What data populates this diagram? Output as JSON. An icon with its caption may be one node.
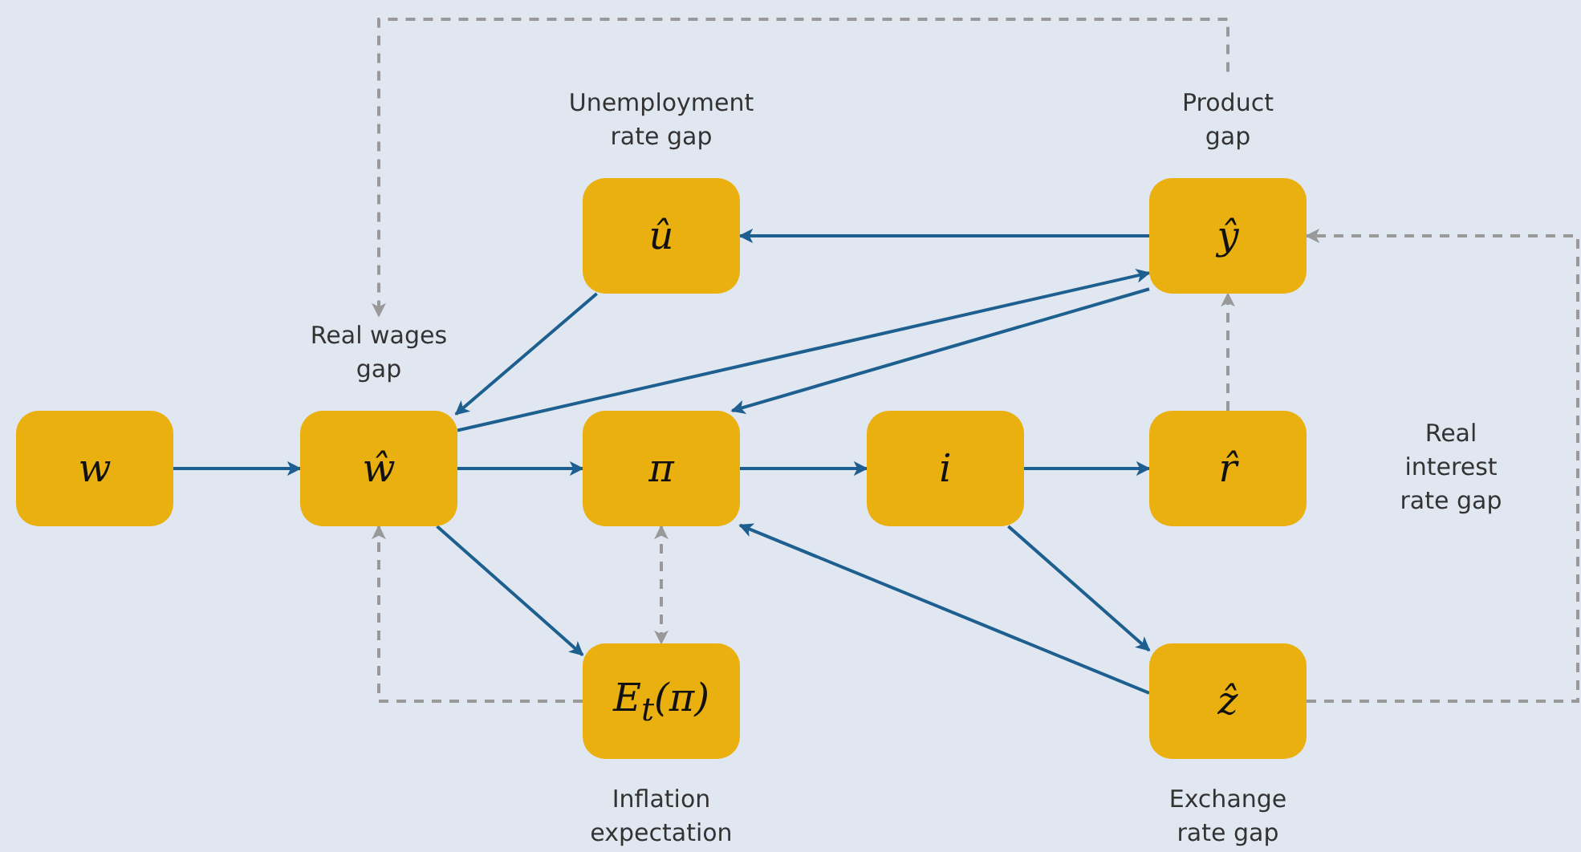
{
  "diagram": {
    "nodes": [
      {
        "text": [
          "û"
        ],
        "beside": [
          "Unemployment rate gap"
        ]
      },
      {
        "text": [
          "ŷ"
        ],
        "beside": [
          "Product gap"
        ]
      },
      {
        "text": [
          "w"
        ]
      },
      {
        "text": [
          "ŵ"
        ],
        "beside": [
          "Real wages gap"
        ]
      },
      {
        "text": [
          "π"
        ]
      },
      {
        "text": [
          "i"
        ]
      },
      {
        "text": [
          "r̂"
        ],
        "beside": [
          "Real interest rate gap"
        ]
      },
      {
        "text": [
          "E$_{t}$(π)"
        ],
        "beside": [
          "Inflation expectation"
        ]
      },
      {
        "text": [
          "ẑ"
        ],
        "beside": [
          "Exchange rate gap"
        ]
      }
    ],
    "edges": [
      {
        "from": 2,
        "to": 3,
        "arrow": "to"
      },
      {
        "from": 3,
        "to": 4,
        "arrow": "to"
      },
      {
        "from": 3,
        "to": 7,
        "arrow": "to"
      },
      {
        "from": 3,
        "to": 1,
        "arrow": "to"
      },
      {
        "from": 0,
        "to": 3,
        "arrow": "to"
      },
      {
        "from": 1,
        "to": 0,
        "arrow": "to"
      },
      {
        "from": 1,
        "to": 4,
        "arrow": "to"
      },
      {
        "from": 4,
        "to": 5,
        "arrow": "to"
      },
      {
        "from": 5,
        "to": 6,
        "arrow": "to"
      },
      {
        "from": 5,
        "to": 8,
        "arrow": "to"
      },
      {
        "from": 8,
        "to": 4,
        "arrow": "to"
      },
      {
        "from": 7,
        "to": 3,
        "arrow": "to",
        "style": "dashed",
        "color": "#999999"
      },
      {
        "from": 4,
        "to": 7,
        "arrow": "both",
        "style": "dashed",
        "color": "#999999"
      },
      {
        "from": 6,
        "to": 1,
        "arrow": "to",
        "style": "dashed",
        "color": "#999999"
      },
      {
        "from": 1,
        "to": 3,
        "arrow": "to",
        "style": "dashed",
        "color": "#999999"
      },
      {
        "from": 8,
        "to": 1,
        "arrow": "to",
        "style": "dashed",
        "color": "#999999"
      }
    ]
  }
}
